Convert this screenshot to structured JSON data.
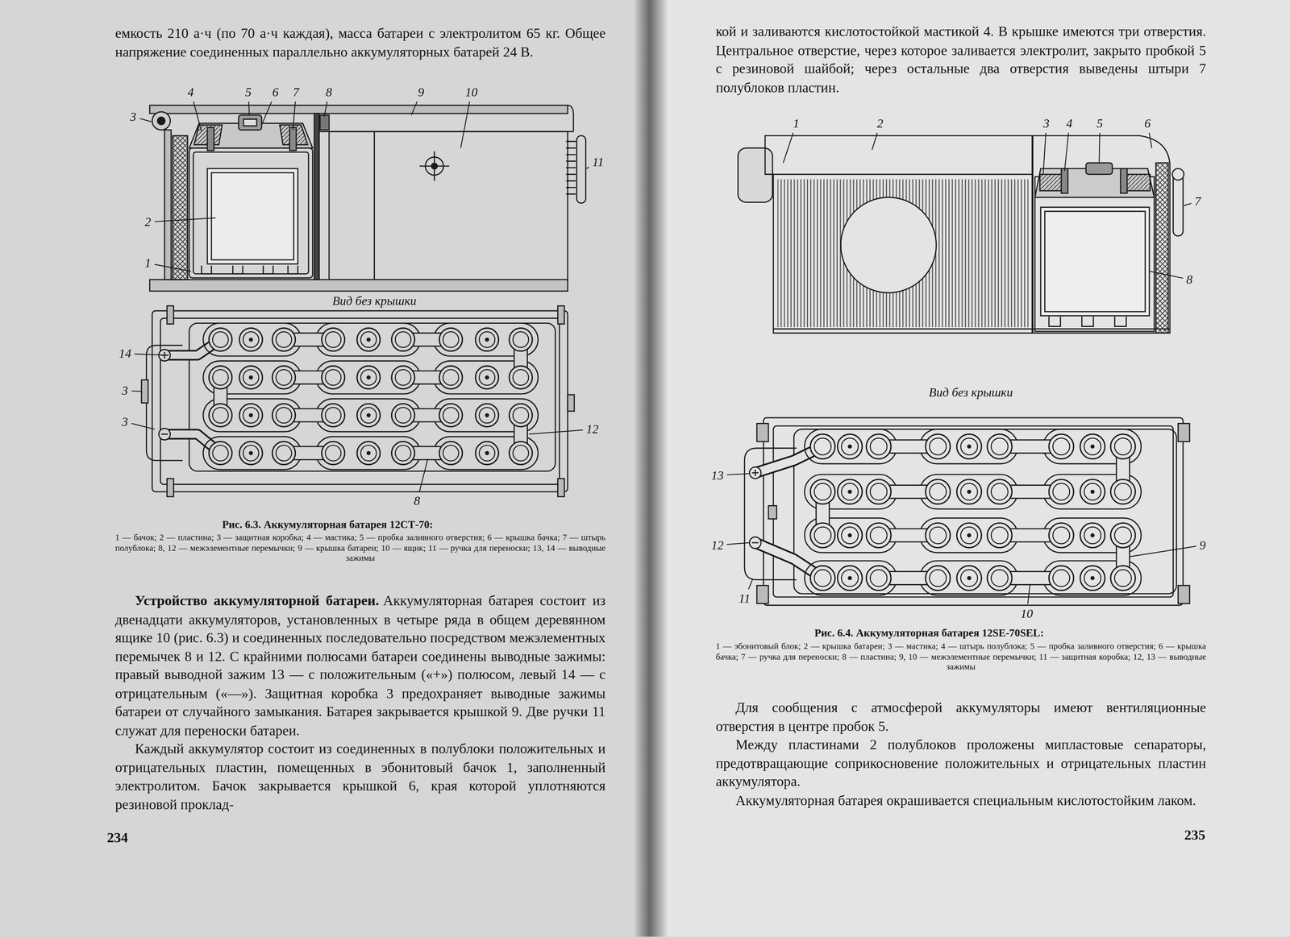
{
  "diagram": {
    "labels": [
      "емкость 210 а·ч (по 70 а·ч каждая), масса батареи с электролитом 65 кг. Общее напряжение соединенных параллельно аккумуляторных батарей 24 В.",
      "3",
      "4",
      "5",
      "6",
      "7",
      "8",
      "9",
      "10",
      "11",
      "2",
      "1",
      "Вид без крышки",
      "14",
      "3",
      "3",
      "12",
      "8",
      "Рис. 6.3. Аккумуляторная батарея 12СТ-70:",
      "1 — бачок; 2 — пластина; 3 — защитная коробка; 4 — мастика; 5 — пробка заливного отверстия; 6 — крышка бачка; 7 — штырь полублока; 8, 12 — межэлементные перемычки; 9 — крышка батареи; 10 — ящик; 11 — ручка для переноски; 13, 14 — выводные зажимы",
      "Устройство аккумуляторной батареи.",
      "Аккумуляторная батарея состоит из двенадцати аккумуляторов, установленных в четыре ряда в общем деревянном ящике 10 (рис. 6.3) и соединенных последовательно посредством межэлементных перемычек 8 и 12. С крайними полюсами батареи соединены выводные зажимы: правый выводной зажим 13 — с положительным («+») полюсом, левый 14 — с отрицательным («—»). Защитная коробка 3 предохраняет выводные зажимы батареи от случайного замыкания. Батарея закрывается крышкой 9. Две ручки 11 служат для переноски батареи.",
      "Каждый аккумулятор состоит из соединенных в полублоки положительных и отрицательных пластин, помещенных в эбонитовый бачок 1, заполненный электролитом. Бачок закрывается крышкой 6, края которой уплотняются резиновой проклад-",
      "234",
      "кой и заливаются кислотостойкой мастикой 4. В крышке имеются три отверстия. Центральное отверстие, через которое заливается электролит, закрыто пробкой 5 с резиновой шайбой; через остальные два отверстия выведены штыри 7 полублоков пластин.",
      "1",
      "2",
      "3",
      "4",
      "5",
      "6",
      "7",
      "8",
      "Вид без крышки",
      "13",
      "12",
      "11",
      "10",
      "9",
      "Рис. 6.4. Аккумуляторная батарея 12SE-70SEL:",
      "1 — эбонитовый блок; 2 — крышка батареи; 3 — мастика; 4 — штырь полублока; 5 — пробка заливного отверстия; 6 — крышка бачка; 7 — ручка для переноски; 8 — пластина; 9, 10 — межэлементные перемычки; 11 — защитная коробка; 12, 13 — выводные зажимы",
      "Для сообщения с атмосферой аккумуляторы имеют вентиляционные отверстия в центре пробок 5.",
      "Между пластинами 2 полублоков проложены мипластовые сепараторы, предотвращающие соприкосновение положительных и отрицательных пластин аккумулятора.",
      "Аккумуляторная батарея окрашивается специальным кислотостойким лаком.",
      "235"
    ]
  }
}
